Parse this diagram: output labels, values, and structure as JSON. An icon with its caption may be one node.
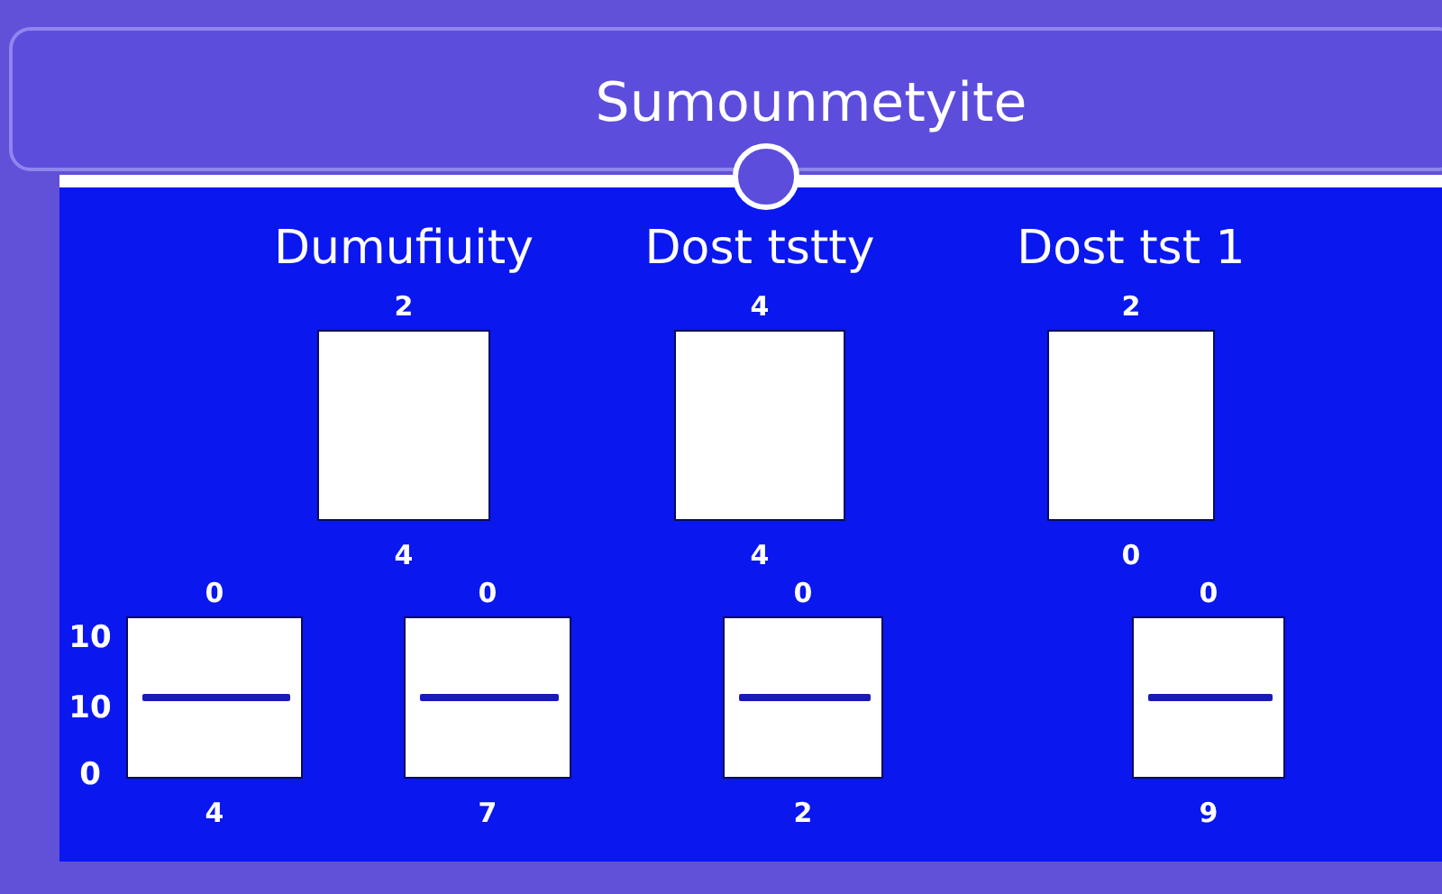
{
  "diagram": {
    "title": "Sumounmetyite",
    "nodes": [
      {
        "text": [
          "Dumufiuity"
        ],
        "beside": [
          "2",
          "4"
        ]
      },
      {
        "text": [
          "Dost tstty"
        ],
        "beside": [
          "4",
          "4"
        ]
      },
      {
        "text": [
          "Dost tst 1"
        ],
        "beside": [
          "2",
          "0"
        ]
      },
      {
        "text": [],
        "shape": "box",
        "beside": [
          "0",
          "4"
        ]
      },
      {
        "text": [],
        "shape": "box",
        "beside": [
          "0",
          "7"
        ]
      },
      {
        "text": [],
        "shape": "box",
        "beside": [
          "0",
          "2"
        ]
      },
      {
        "text": [],
        "shape": "box",
        "beside": [
          "0",
          "9"
        ]
      }
    ],
    "edges": [],
    "labels": [
      "10",
      "10",
      "0"
    ]
  }
}
